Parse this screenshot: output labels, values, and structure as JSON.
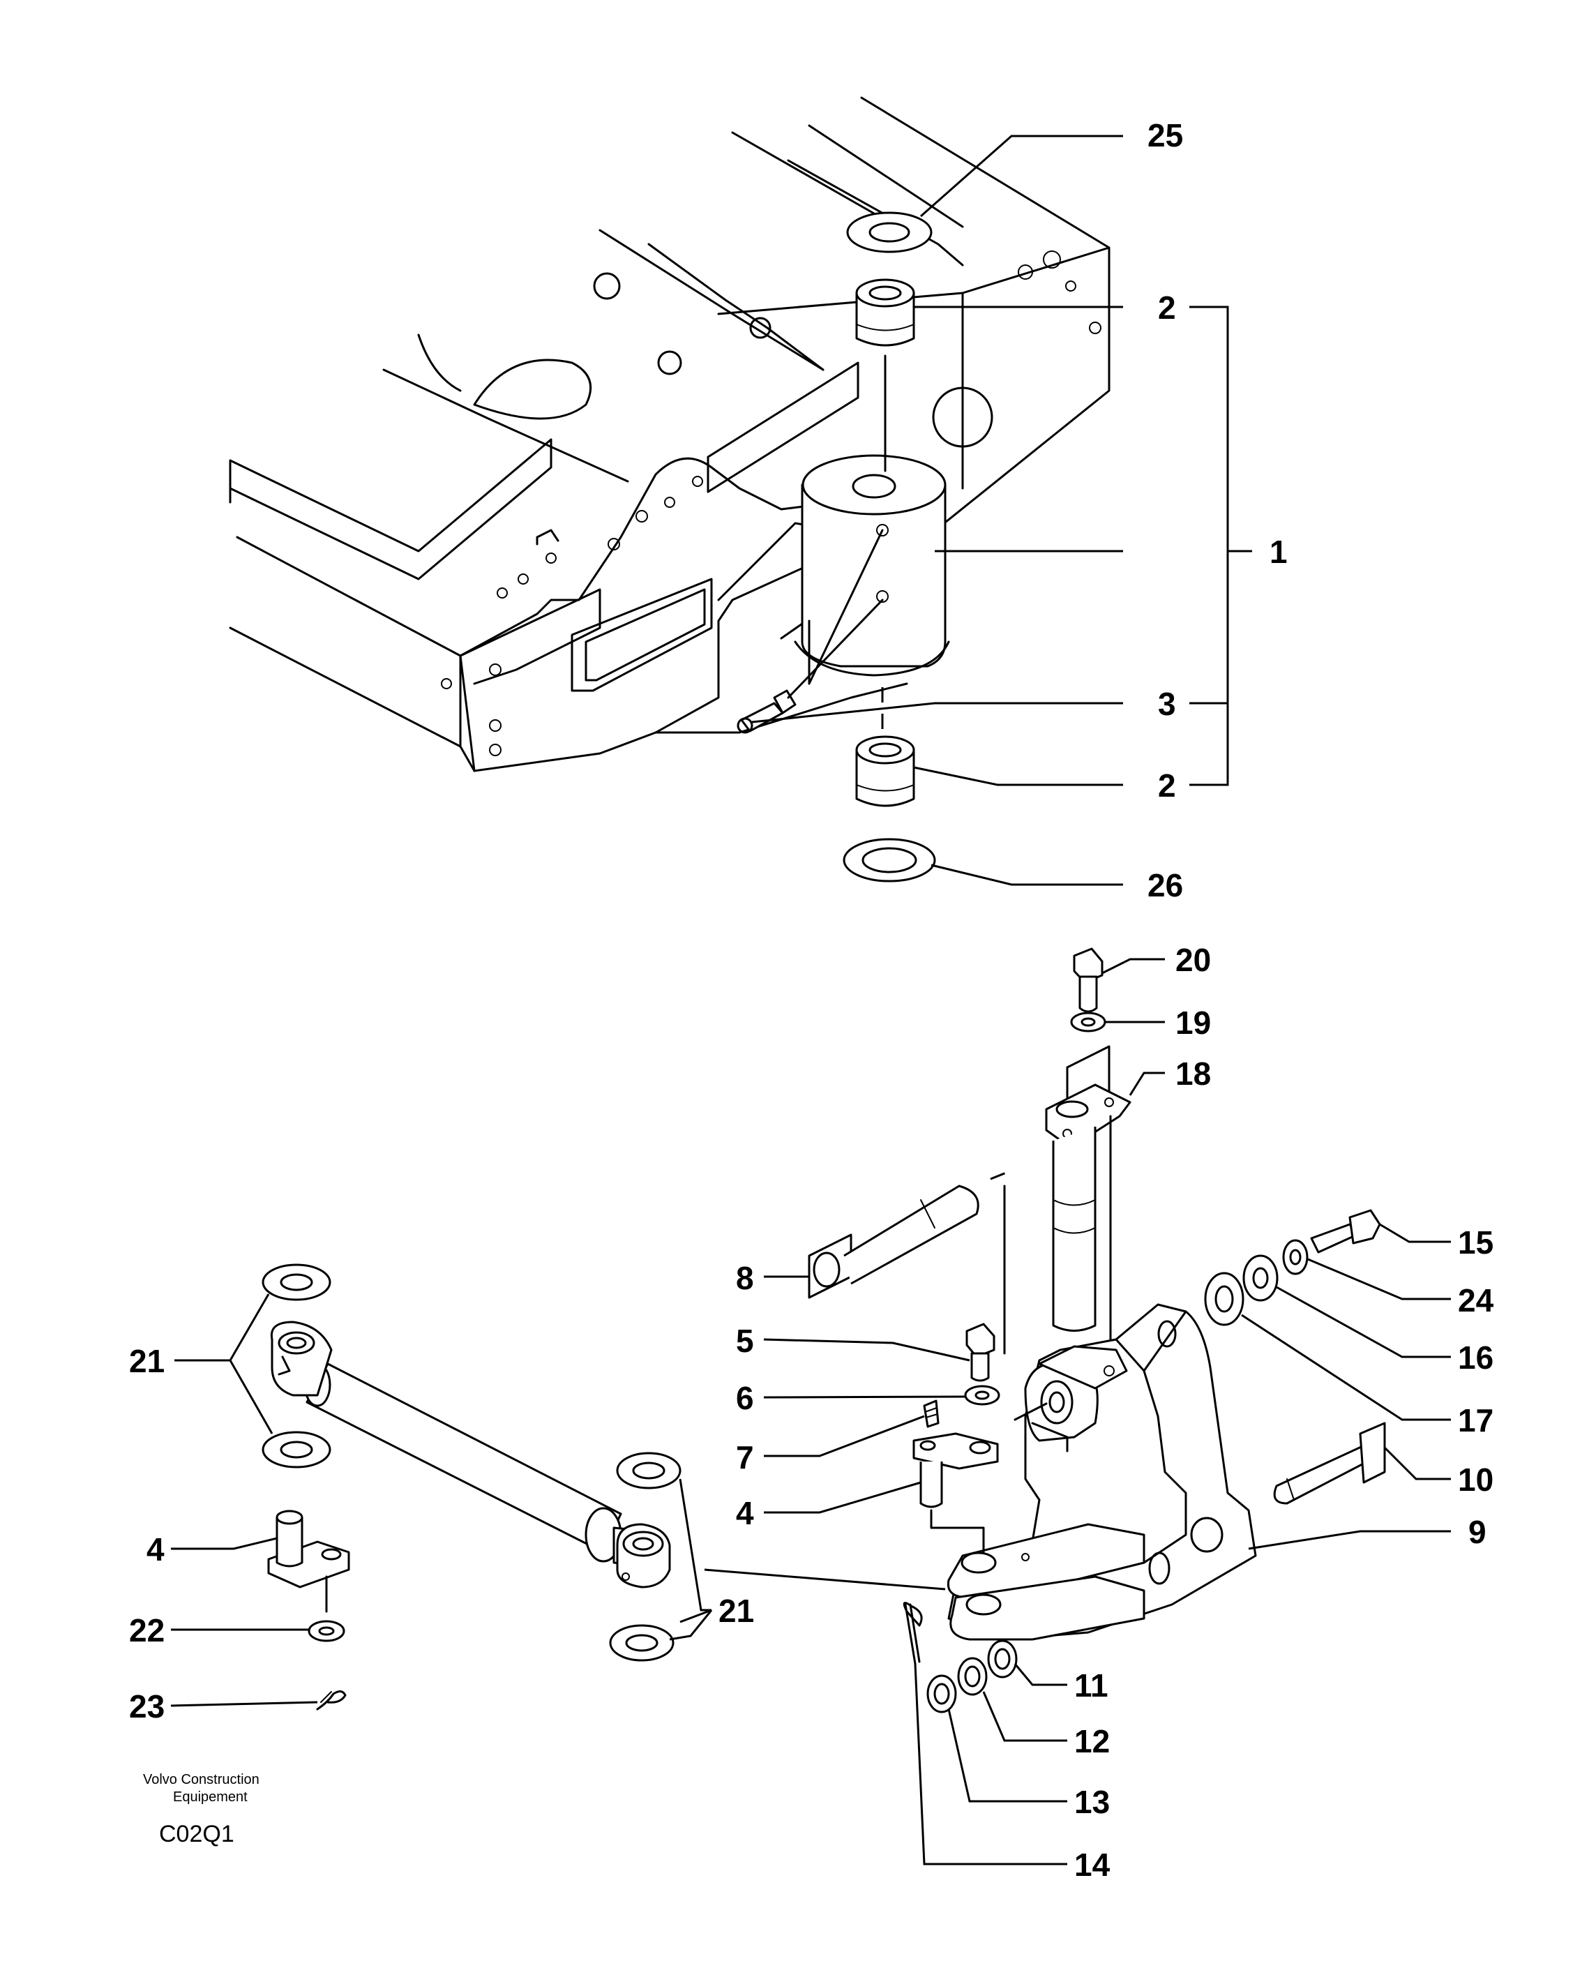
{
  "labels": {
    "l25": "25",
    "l2a": "2",
    "l1": "1",
    "l3": "3",
    "l2b": "2",
    "l26": "26",
    "l20": "20",
    "l19": "19",
    "l18": "18",
    "l15": "15",
    "l24": "24",
    "l8": "8",
    "l16": "16",
    "l5": "5",
    "l17": "17",
    "l6": "6",
    "l7": "7",
    "l10": "10",
    "l4a": "4",
    "l9": "9",
    "l21a": "21",
    "l21b": "21",
    "l4b": "4",
    "l22": "22",
    "l23": "23",
    "l11": "11",
    "l12": "12",
    "l13": "13",
    "l14": "14"
  },
  "footer": {
    "credit_line1": "Volvo Construction",
    "credit_line2": "Equipement",
    "code": "C02Q1"
  }
}
